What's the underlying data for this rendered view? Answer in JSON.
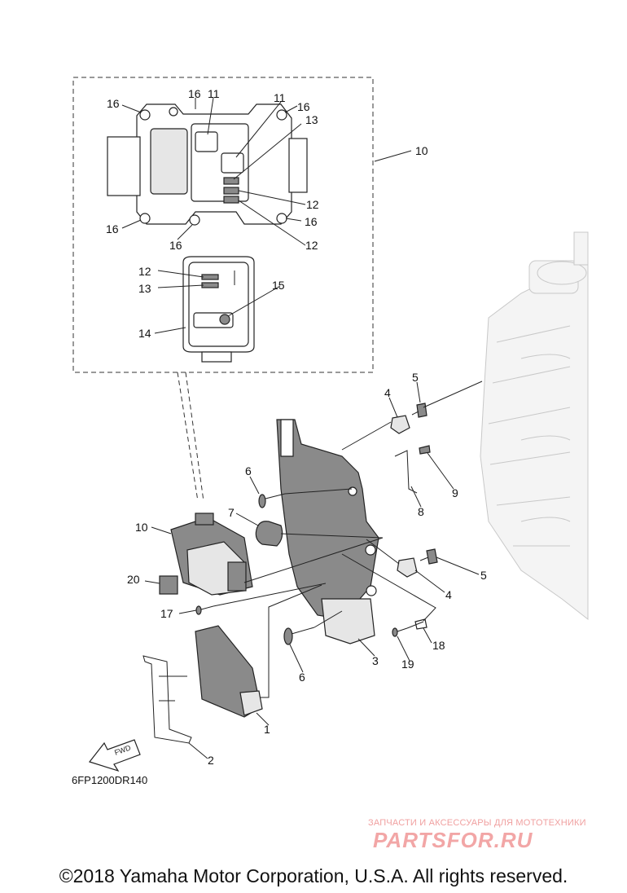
{
  "diagram": {
    "drawing_code": "6FP1200DR140",
    "fwd_label": "FWD",
    "part_labels": [
      {
        "num": "16"
      },
      {
        "num": "16"
      },
      {
        "num": "11"
      },
      {
        "num": "11"
      },
      {
        "num": "16"
      },
      {
        "num": "13"
      },
      {
        "num": "10"
      },
      {
        "num": "12"
      },
      {
        "num": "16"
      },
      {
        "num": "16"
      },
      {
        "num": "16"
      },
      {
        "num": "12"
      },
      {
        "num": "12"
      },
      {
        "num": "15"
      },
      {
        "num": "13"
      },
      {
        "num": "14"
      },
      {
        "num": "5"
      },
      {
        "num": "4"
      },
      {
        "num": "6"
      },
      {
        "num": "9"
      },
      {
        "num": "7"
      },
      {
        "num": "8"
      },
      {
        "num": "10"
      },
      {
        "num": "20"
      },
      {
        "num": "5"
      },
      {
        "num": "4"
      },
      {
        "num": "17"
      },
      {
        "num": "18"
      },
      {
        "num": "3"
      },
      {
        "num": "19"
      },
      {
        "num": "6"
      },
      {
        "num": "1"
      },
      {
        "num": "2"
      }
    ]
  },
  "watermark": {
    "tagline": "ЗАПЧАСТИ И АКСЕССУАРЫ ДЛЯ МОТОТЕХНИКИ",
    "logo": "PARTSFOR.RU"
  },
  "footer": {
    "copyright": "©2018 Yamaha Motor Corporation, U.S.A. All rights reserved."
  }
}
